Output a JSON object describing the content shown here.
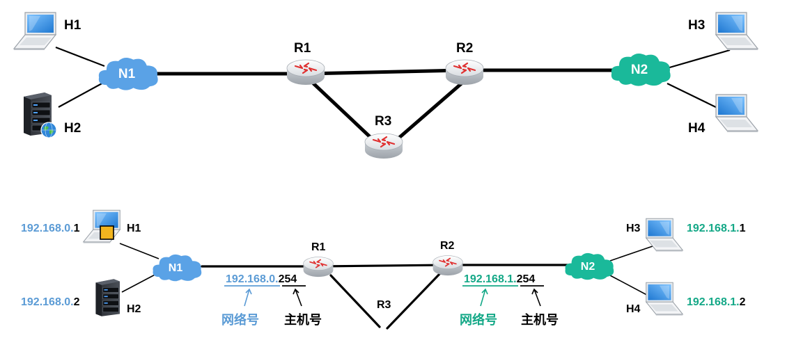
{
  "colors": {
    "link": "#000000",
    "n1_cloud": "#5aa2e6",
    "n2_cloud": "#1ab99a",
    "net_blue": "#5b9bd5",
    "net_green": "#14a887",
    "router_body": "#eef0f2",
    "router_arrow": "#e03030",
    "screen": "#2e8fe0"
  },
  "top": {
    "hosts": {
      "h1": "H1",
      "h2": "H2",
      "h3": "H3",
      "h4": "H4"
    },
    "networks": {
      "n1": "N1",
      "n2": "N2"
    },
    "routers": {
      "r1": "R1",
      "r2": "R2",
      "r3": "R3"
    }
  },
  "bottom": {
    "hosts": {
      "h1": "H1",
      "h2": "H2",
      "h3": "H3",
      "h4": "H4"
    },
    "networks": {
      "n1": "N1",
      "n2": "N2"
    },
    "routers": {
      "r1": "R1",
      "r2": "R2",
      "r3": "R3"
    },
    "ips": {
      "h1": {
        "net": "192.168.0.",
        "host": "1"
      },
      "h2": {
        "net": "192.168.0.",
        "host": "2"
      },
      "h3": {
        "net": "192.168.1.",
        "host": "1"
      },
      "h4": {
        "net": "192.168.1.",
        "host": "2"
      },
      "r1_port": {
        "net": "192.168.0.",
        "host": "254"
      },
      "r2_port": {
        "net": "192.168.1.",
        "host": "254"
      }
    },
    "annotations": {
      "network_part": "网络号",
      "host_part": "主机号"
    }
  }
}
